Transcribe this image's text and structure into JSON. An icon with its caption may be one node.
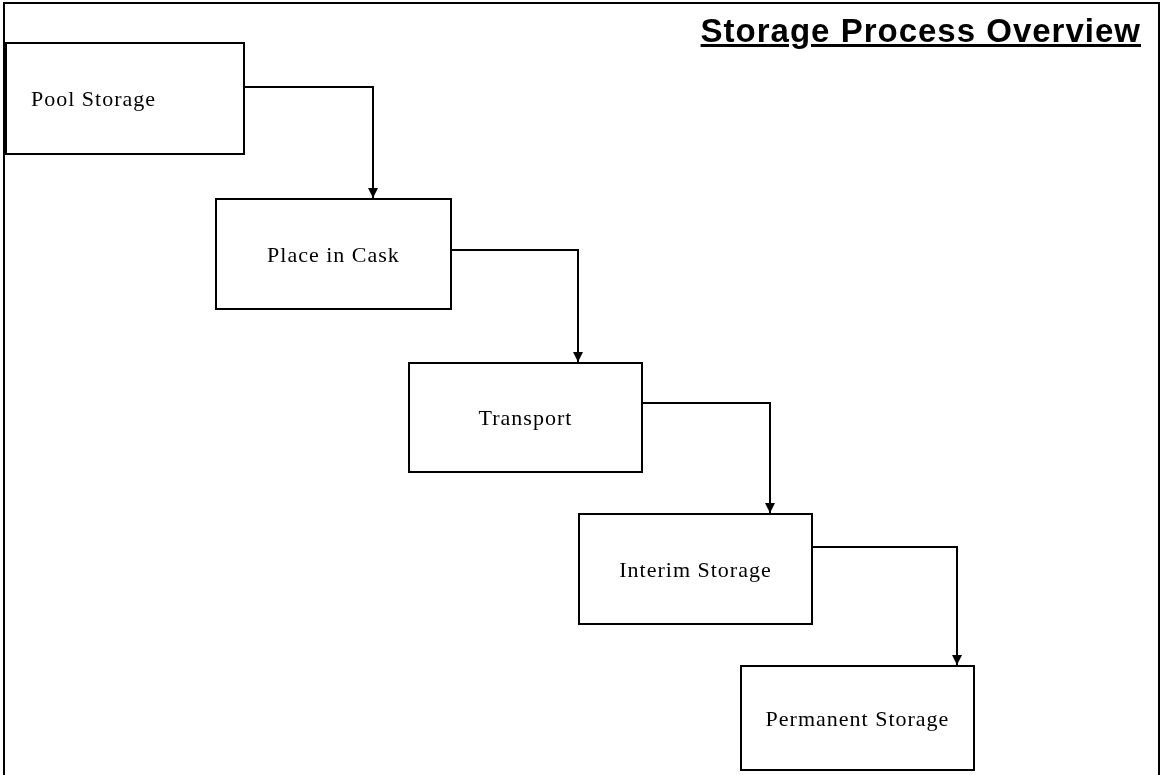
{
  "diagram": {
    "title": "Storage Process Overview",
    "nodes": [
      {
        "text": [
          "Pool Storage"
        ]
      },
      {
        "text": [
          "Place in Cask"
        ]
      },
      {
        "text": [
          "Transport"
        ]
      },
      {
        "text": [
          "Interim Storage"
        ]
      },
      {
        "text": [
          "Permanent Storage"
        ]
      }
    ],
    "edges": [
      {
        "from": 0,
        "to": 1,
        "arrow": "to"
      },
      {
        "from": 1,
        "to": 2,
        "arrow": "to"
      },
      {
        "from": 2,
        "to": 3,
        "arrow": "to"
      },
      {
        "from": 3,
        "to": 4,
        "arrow": "to"
      }
    ]
  }
}
